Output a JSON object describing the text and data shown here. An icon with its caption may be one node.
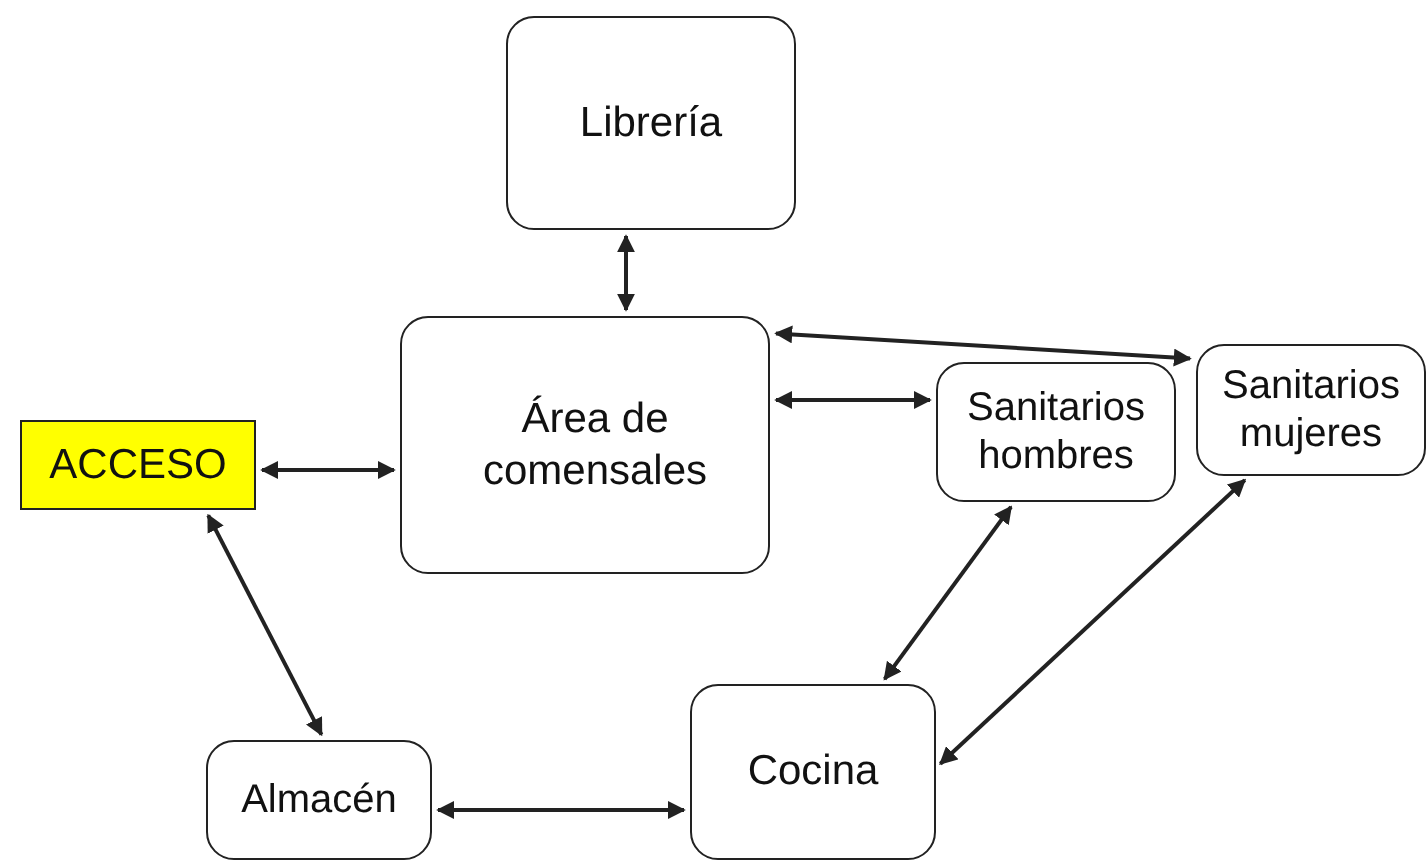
{
  "diagram": {
    "nodes": [
      {
        "text": [
          "Librería"
        ]
      },
      {
        "text": [
          "Área de comensales"
        ]
      },
      {
        "text": [
          "ACCESO"
        ]
      },
      {
        "text": [
          "Sanitarios hombres"
        ]
      },
      {
        "text": [
          "Sanitarios mujeres"
        ]
      },
      {
        "text": [
          "Almacén"
        ]
      },
      {
        "text": [
          "Cocina"
        ]
      }
    ],
    "edges": [
      {
        "from": 0,
        "to": 1,
        "arrow": "both"
      },
      {
        "from": 1,
        "to": 4,
        "arrow": "both"
      },
      {
        "from": 1,
        "to": 3,
        "arrow": "both"
      },
      {
        "from": 2,
        "to": 1,
        "arrow": "both"
      },
      {
        "from": 2,
        "to": 5,
        "arrow": "both"
      },
      {
        "from": 5,
        "to": 6,
        "arrow": "both"
      },
      {
        "from": 3,
        "to": 6,
        "arrow": "both"
      },
      {
        "from": 4,
        "to": 6,
        "arrow": "both"
      }
    ]
  }
}
